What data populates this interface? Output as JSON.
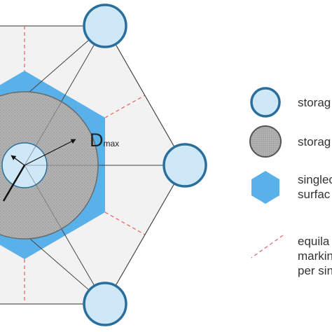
{
  "diagram": {
    "dmax_symbol": "D",
    "dmax_subscript": "max"
  },
  "legend": {
    "items": [
      {
        "label_lines": [
          "storag"
        ],
        "icon": "light-blue-circle-icon"
      },
      {
        "label_lines": [
          "storag"
        ],
        "icon": "grey-hatched-circle-icon"
      },
      {
        "label_lines": [
          "singlec",
          "surfac"
        ],
        "icon": "blue-hexagon-icon"
      },
      {
        "label_lines": [
          "equila",
          "markin",
          "per sin"
        ],
        "icon": "red-dashed-line-icon"
      }
    ]
  },
  "colors": {
    "storage_circle_fill": "#cfe8f7",
    "storage_circle_stroke": "#2a6f9c",
    "hexagon_fill": "#5ab0e8",
    "grey_disc_fill": "#b4b4b4",
    "region_fill": "#f2f2f2",
    "dashed_marking": "#e06060",
    "grid_line": "#444444"
  }
}
